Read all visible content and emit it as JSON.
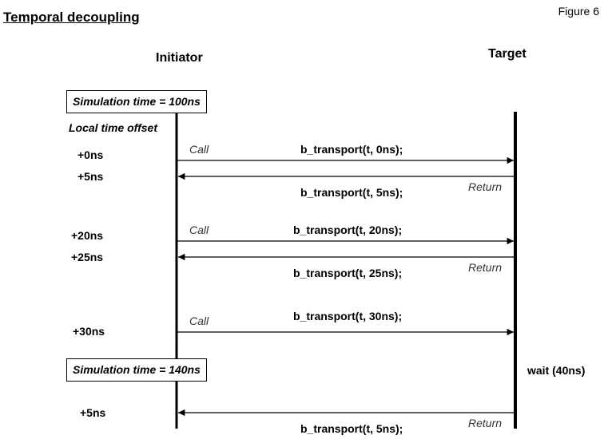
{
  "title": "Temporal decoupling",
  "figure_label": "Figure 6",
  "initiator_label": "Initiator",
  "target_label": "Target",
  "sim_time_1": "Simulation time = 100ns",
  "sim_time_2": "Simulation time = 140ns",
  "local_time_offset_label": "Local time offset",
  "offsets": [
    "+0ns",
    "+5ns",
    "+20ns",
    "+25ns",
    "+30ns",
    "+5ns"
  ],
  "call_label": "Call",
  "return_label": "Return",
  "messages": {
    "call_1": "b_transport(t, 0ns);",
    "return_1": "b_transport(t, 5ns);",
    "call_2": "b_transport(t, 20ns);",
    "return_2": "b_transport(t, 25ns);",
    "call_3": "b_transport(t, 30ns);",
    "return_3": "b_transport(t, 5ns);"
  },
  "wait_label": "wait (40ns)"
}
